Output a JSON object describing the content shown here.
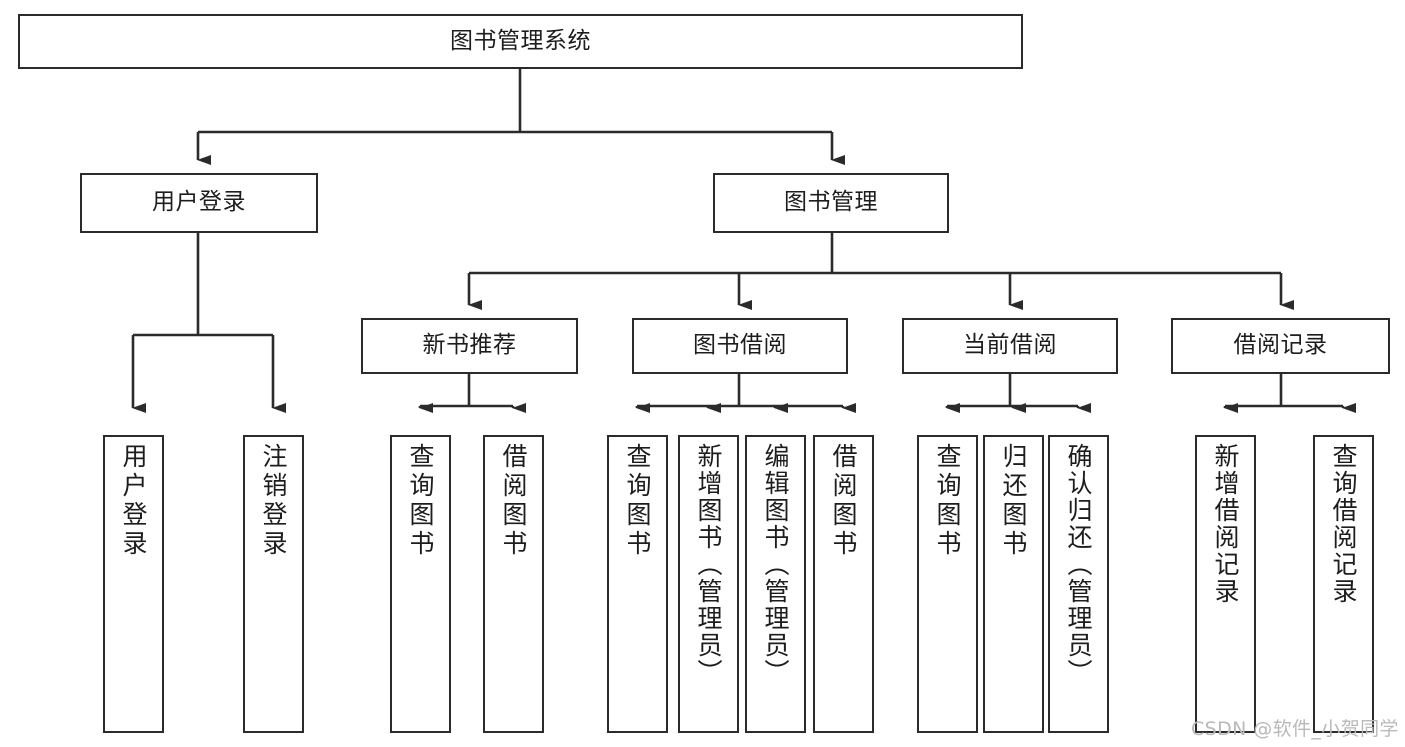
{
  "diagram": {
    "title": "图书管理系统",
    "type": "functional-structure-tree",
    "levels": 4,
    "colors": {
      "box_border": "#2b2b2b",
      "box_fill": "#ffffff",
      "connector": "#2b2b2b",
      "text": "#1d1d1d",
      "watermark": "#b9b9b9",
      "background": "#ffffff"
    }
  },
  "nodes": {
    "root": {
      "label": "图书管理系统"
    },
    "level2": [
      {
        "label": "用户登录"
      },
      {
        "label": "图书管理"
      }
    ],
    "level3": [
      {
        "label": "新书推荐"
      },
      {
        "label": "图书借阅"
      },
      {
        "label": "当前借阅"
      },
      {
        "label": "借阅记录"
      }
    ],
    "leaves": [
      {
        "label": "用户登录",
        "parent": "用户登录"
      },
      {
        "label": "注销登录",
        "parent": "用户登录"
      },
      {
        "label": "查询图书",
        "parent": "新书推荐"
      },
      {
        "label": "借阅图书",
        "parent": "新书推荐"
      },
      {
        "label": "查询图书",
        "parent": "图书借阅"
      },
      {
        "label": "新增图书（管理员）",
        "parent": "图书借阅"
      },
      {
        "label": "编辑图书（管理员）",
        "parent": "图书借阅"
      },
      {
        "label": "借阅图书",
        "parent": "图书借阅"
      },
      {
        "label": "查询图书",
        "parent": "当前借阅"
      },
      {
        "label": "归还图书",
        "parent": "当前借阅"
      },
      {
        "label": "确认归还（管理员）",
        "parent": "当前借阅"
      },
      {
        "label": "新增借阅记录",
        "parent": "借阅记录"
      },
      {
        "label": "查询借阅记录",
        "parent": "借阅记录"
      }
    ]
  },
  "watermark": {
    "text": "CSDN @软件_小贺同学"
  }
}
